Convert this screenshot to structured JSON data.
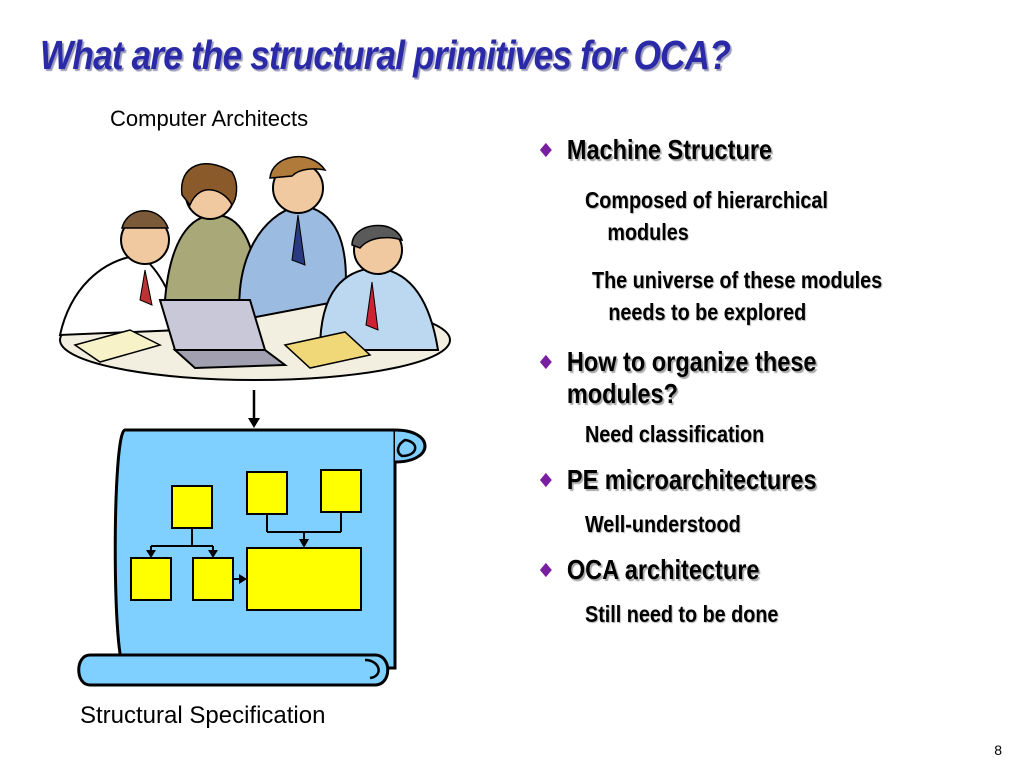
{
  "slide": {
    "title": "What are the structural primitives for OCA?",
    "caption_top": "Computer Architects",
    "caption_bottom": "Structural Specification",
    "page_number": "8",
    "bullet_color": "#7a1fa2",
    "title_color": "#2a2aa8"
  },
  "bullets": [
    {
      "label": "Machine Structure",
      "subs": [
        {
          "line1": "Composed of hierarchical",
          "line2": "modules"
        },
        {
          "line1": "The universe of these modules",
          "line2": "needs to be explored"
        }
      ]
    },
    {
      "label_line1": "How to organize these",
      "label_line2": "modules?",
      "subs": [
        {
          "line1": "Need classification"
        }
      ]
    },
    {
      "label": "PE microarchitectures",
      "subs": [
        {
          "line1": "Well-understood"
        }
      ]
    },
    {
      "label": "OCA architecture",
      "subs": [
        {
          "line1": "Still need to be done"
        }
      ]
    }
  ],
  "illustration": {
    "people_clipart": "people-meeting-clipart",
    "scroll_color": "#7fd0ff",
    "module_color": "#ffff00"
  }
}
